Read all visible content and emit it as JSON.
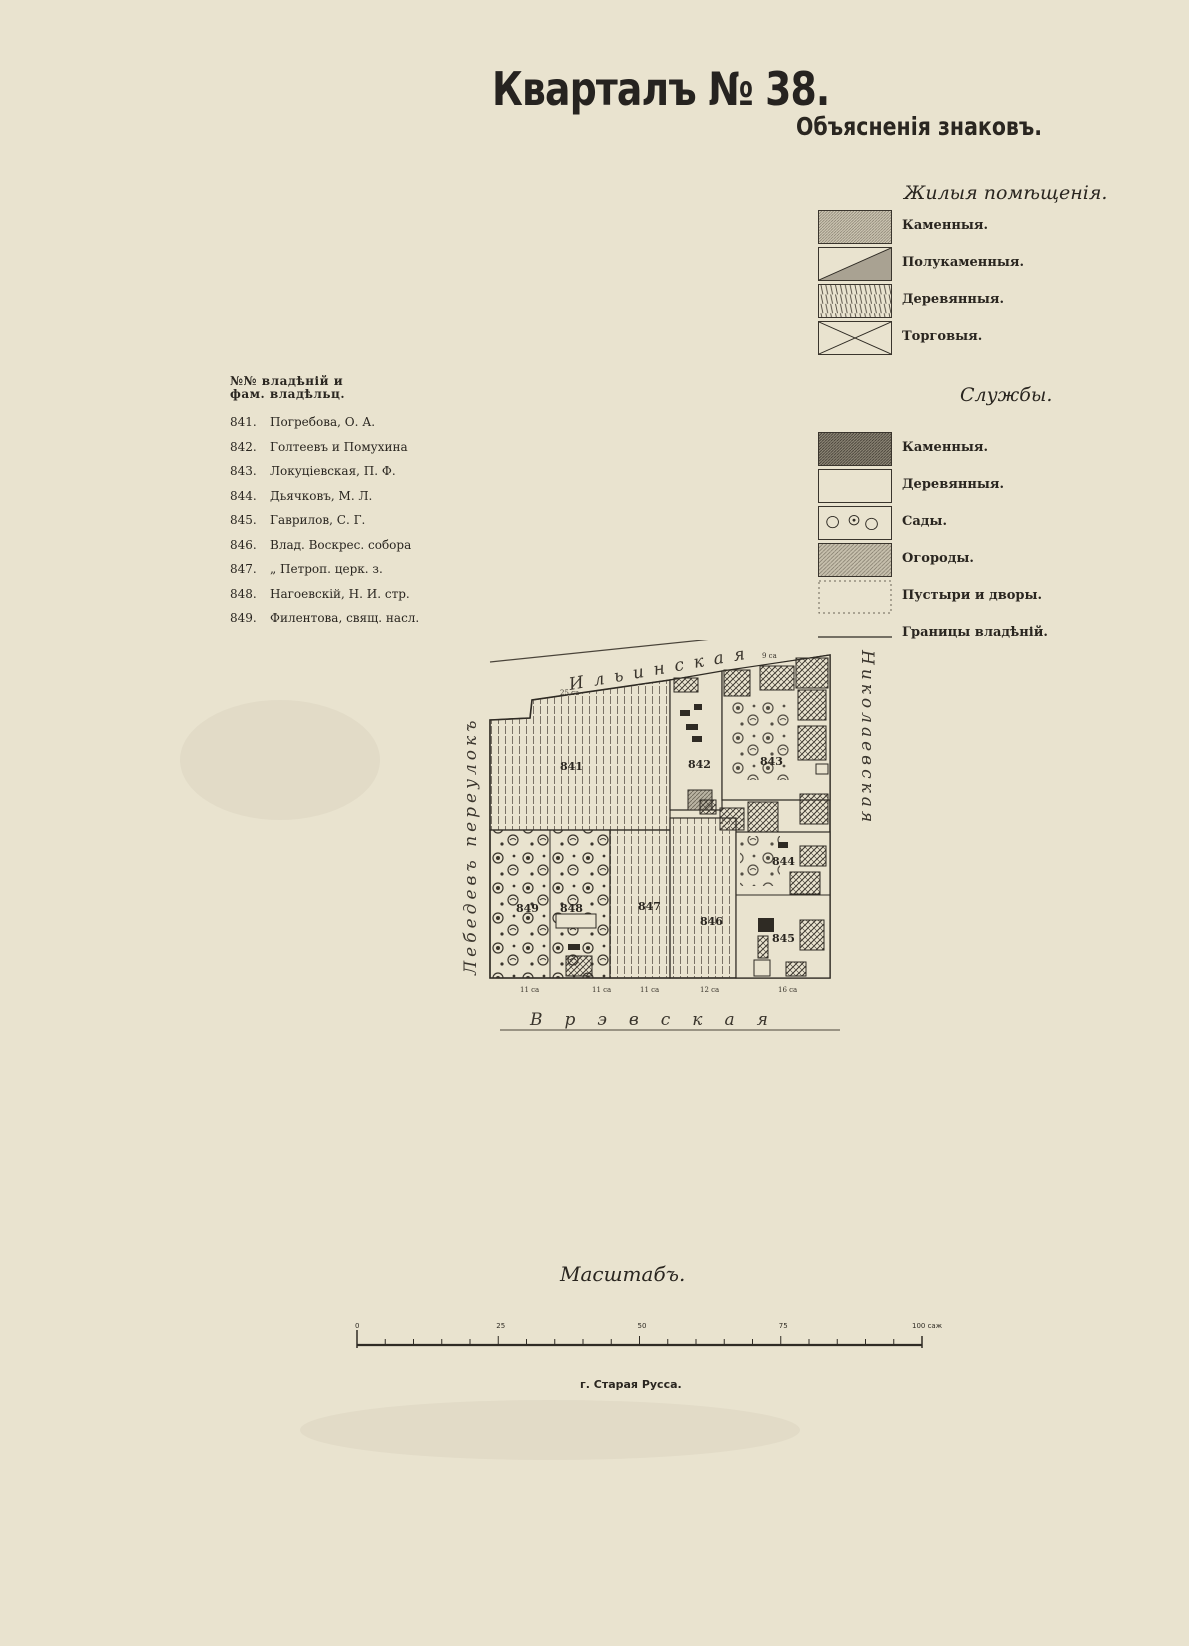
{
  "title": "Кварталъ № 38.",
  "legend": {
    "title": "Объясненія знаковъ.",
    "section_living": "Жилыя помѣщенія.",
    "living": [
      {
        "label": "Каменныя.",
        "fill": "stone",
        "icon": "stone-hatch-swatch"
      },
      {
        "label": "Полукаменныя.",
        "fill": "half",
        "icon": "half-stone-swatch"
      },
      {
        "label": "Деревянныя.",
        "fill": "wood",
        "icon": "wood-hatch-swatch"
      },
      {
        "label": "Торговыя.",
        "fill": "cross",
        "icon": "cross-swatch"
      }
    ],
    "section_service": "Службы.",
    "service": [
      {
        "label": "Каменныя.",
        "fill": "dark",
        "icon": "dark-hatch-swatch"
      },
      {
        "label": "Деревянныя.",
        "fill": "empty",
        "icon": "empty-swatch"
      },
      {
        "label": "Сады.",
        "fill": "garden",
        "icon": "garden-swatch"
      },
      {
        "label": "Огороды.",
        "fill": "vegetable",
        "icon": "vegetable-swatch"
      },
      {
        "label": "Пустыри и дворы.",
        "fill": "dotted",
        "icon": "dotted-swatch"
      },
      {
        "label": "Границы владѣній.",
        "fill": "line",
        "icon": "boundary-line-swatch"
      }
    ]
  },
  "owners": {
    "heading_line1": "№№ владѣній и",
    "heading_line2": "фам. владѣльц.",
    "rows": [
      {
        "num": "841.",
        "name": "Погребова, О. А."
      },
      {
        "num": "842.",
        "name": "Голтеевъ и Помухина"
      },
      {
        "num": "843.",
        "name": "Локуціевская, П. Ф."
      },
      {
        "num": "844.",
        "name": "Дьячковъ, М. Л."
      },
      {
        "num": "845.",
        "name": "Гаврилов, С. Г."
      },
      {
        "num": "846.",
        "name": "Влад. Воскрес. собора"
      },
      {
        "num": "847.",
        "name": "„ Петроп. церк. з."
      },
      {
        "num": "848.",
        "name": "Нагоевскій, Н. И. стр."
      },
      {
        "num": "849.",
        "name": "Филентова, свящ. насл."
      }
    ]
  },
  "map": {
    "streets": {
      "top": "Ильинская",
      "bottom": "Врэвская",
      "left": "Лебедевъ переулокъ",
      "right": "Николаевская"
    },
    "lot_labels": [
      "841",
      "842",
      "843",
      "844",
      "845",
      "846",
      "847",
      "848",
      "849"
    ],
    "frontage_labels": [
      "25 са",
      "9 са",
      "11 са",
      "11 са",
      "11 са",
      "12 са",
      "16 са"
    ],
    "colors": {
      "ink": "#3a352d",
      "paper": "#e9e3cf"
    }
  },
  "scale": {
    "title": "Масштабъ.",
    "ticks": [
      "0",
      "25",
      "50",
      "75",
      "100 саж"
    ]
  },
  "city": "г. Старая Русса."
}
